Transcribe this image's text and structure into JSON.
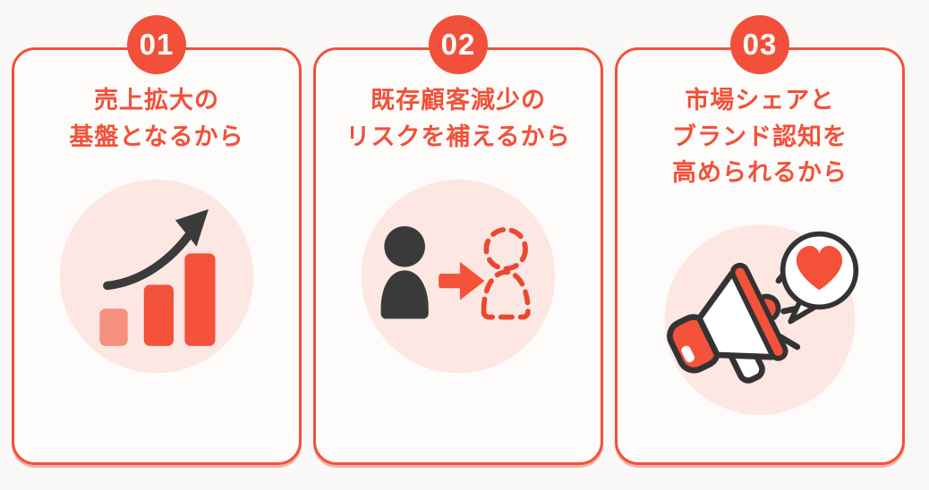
{
  "page": {
    "type": "infographic",
    "language": "ja",
    "background_color": "#faf9f7"
  },
  "colors": {
    "accent_red": "#f2503a",
    "card_border_red": "#f4503a",
    "title_text_red": "#f25139",
    "pink_circle": "#fce7e3",
    "light_bar_salmon": "#f5907e",
    "dark_charcoal": "#3a3a3a",
    "badge_text": "#ffffff",
    "card_background": "#fdfcfb"
  },
  "cards": [
    {
      "number": "01",
      "lines": [
        "売上拡大の",
        "基盤となるから"
      ],
      "icon": "growth-bar-chart-icon",
      "icon_description": "three rising red bars with dark upward curved arrow in pink circle"
    },
    {
      "number": "02",
      "lines": [
        "既存顧客減少の",
        "リスクを補えるから"
      ],
      "icon": "customer-churn-icon",
      "icon_description": "solid dark person, red arrow pointing to dashed outline person in pink circle"
    },
    {
      "number": "03",
      "lines": [
        "市場シェアと",
        "ブランド認知を",
        "高められるから"
      ],
      "icon": "megaphone-heart-icon",
      "icon_description": "red and white megaphone with sound lines and speech bubble containing red heart in pink circle"
    }
  ]
}
